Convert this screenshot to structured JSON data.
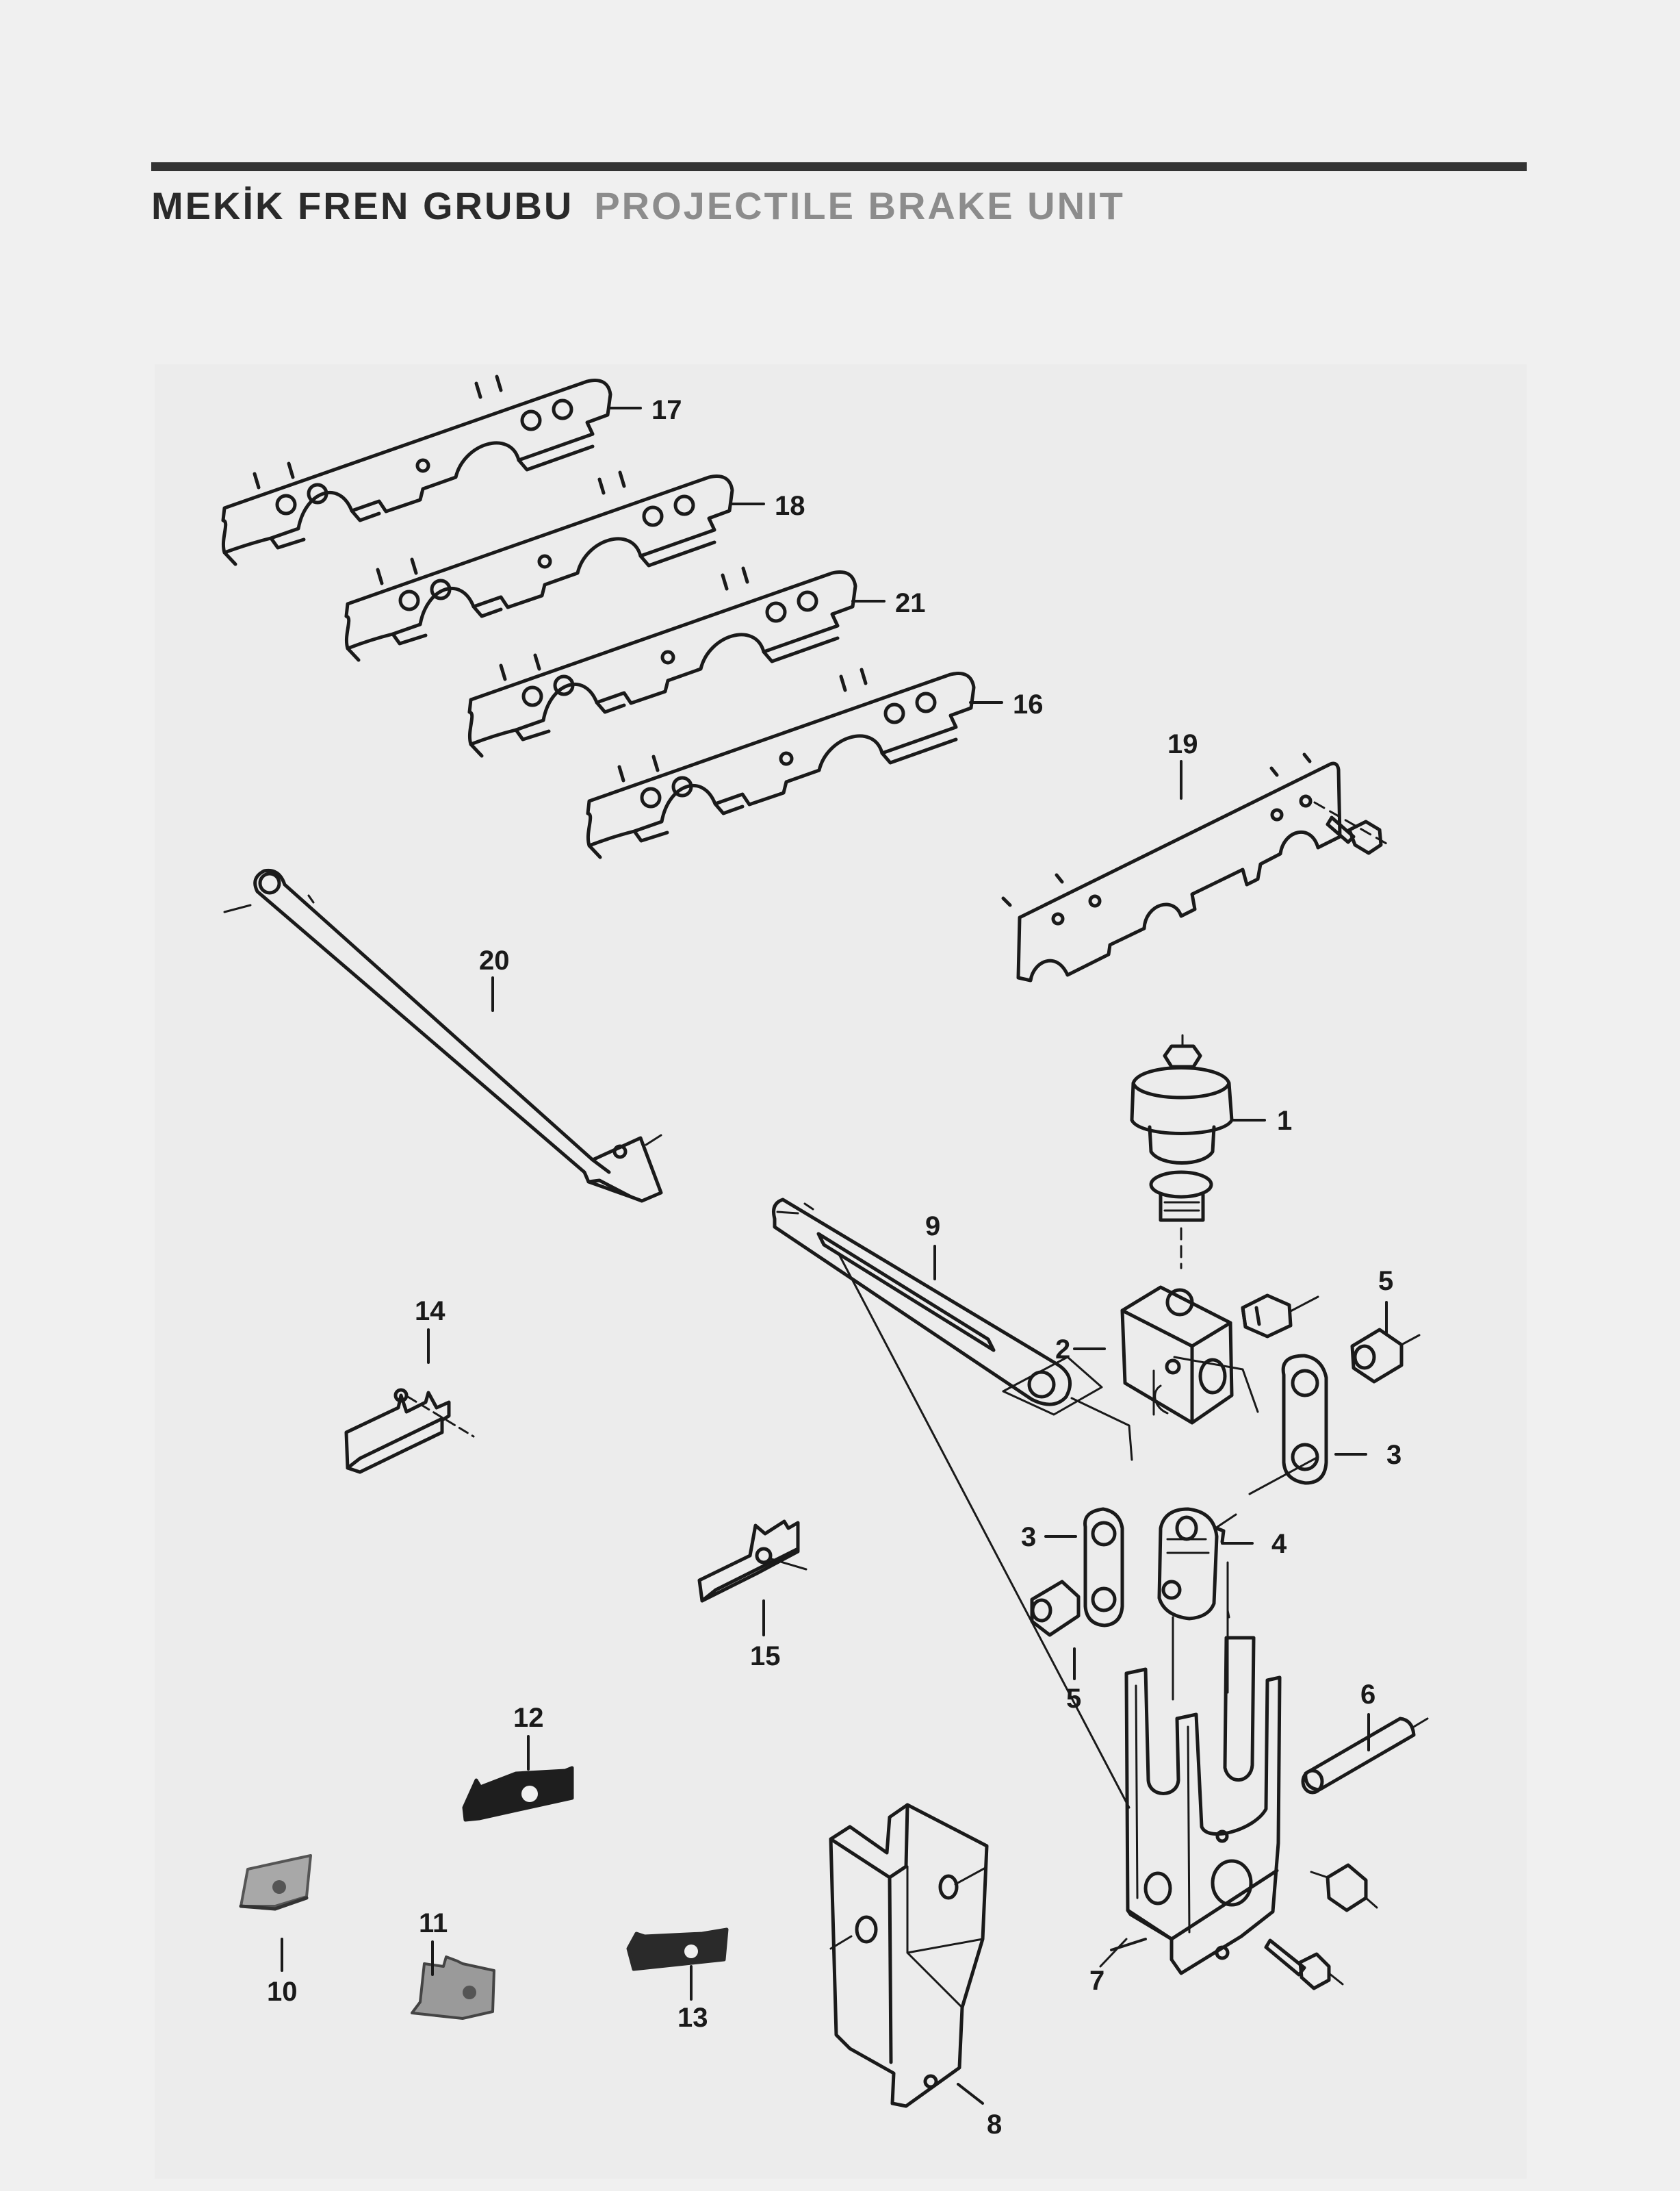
{
  "header": {
    "title_tr": "MEKİK FREN GRUBU",
    "title_en": "PROJECTILE BRAKE UNIT"
  },
  "diagram": {
    "callouts": [
      "1",
      "2",
      "3",
      "3",
      "4",
      "5",
      "5",
      "6",
      "7",
      "8",
      "9",
      "10",
      "11",
      "12",
      "13",
      "14",
      "15",
      "16",
      "17",
      "18",
      "19",
      "20",
      "21"
    ]
  },
  "colors": {
    "rule": "#333333",
    "title_tr": "#2a2a2a",
    "title_en": "#8c8c8c",
    "ink": "#1a1a1a",
    "background": "#f0f0f0"
  }
}
